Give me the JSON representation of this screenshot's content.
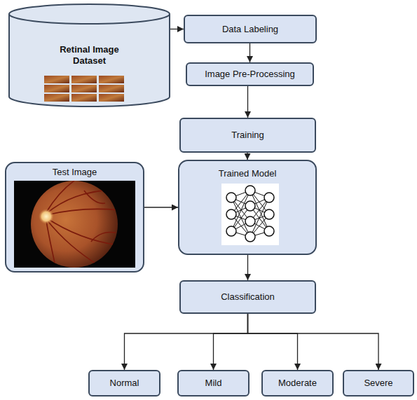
{
  "diagram": {
    "nodes": [
      {
        "text": [
          "Retinal Image Dataset"
        ]
      },
      {
        "text": [
          "Data Labeling"
        ]
      },
      {
        "text": [
          "Image Pre-Processing"
        ]
      },
      {
        "text": [
          "Training"
        ]
      },
      {
        "text": [
          "Test Image"
        ]
      },
      {
        "text": [
          "Trained Model"
        ]
      },
      {
        "text": [
          "Classification"
        ]
      },
      {
        "text": [
          "Normal"
        ]
      },
      {
        "text": [
          "Mild"
        ]
      },
      {
        "text": [
          "Moderate"
        ]
      },
      {
        "text": [
          "Severe"
        ]
      }
    ],
    "edges": [
      {
        "from": 0,
        "to": 1,
        "arrow": "to"
      },
      {
        "from": 1,
        "to": 2,
        "arrow": "to"
      },
      {
        "from": 2,
        "to": 3,
        "arrow": "to"
      },
      {
        "from": 3,
        "to": 5,
        "arrow": "to"
      },
      {
        "from": 4,
        "to": 5,
        "arrow": "to"
      },
      {
        "from": 5,
        "to": 6,
        "arrow": "to"
      },
      {
        "from": 6,
        "to": 7,
        "arrow": "to"
      },
      {
        "from": 6,
        "to": 8,
        "arrow": "to"
      },
      {
        "from": 6,
        "to": 9,
        "arrow": "to"
      },
      {
        "from": 6,
        "to": 10,
        "arrow": "to"
      }
    ]
  }
}
